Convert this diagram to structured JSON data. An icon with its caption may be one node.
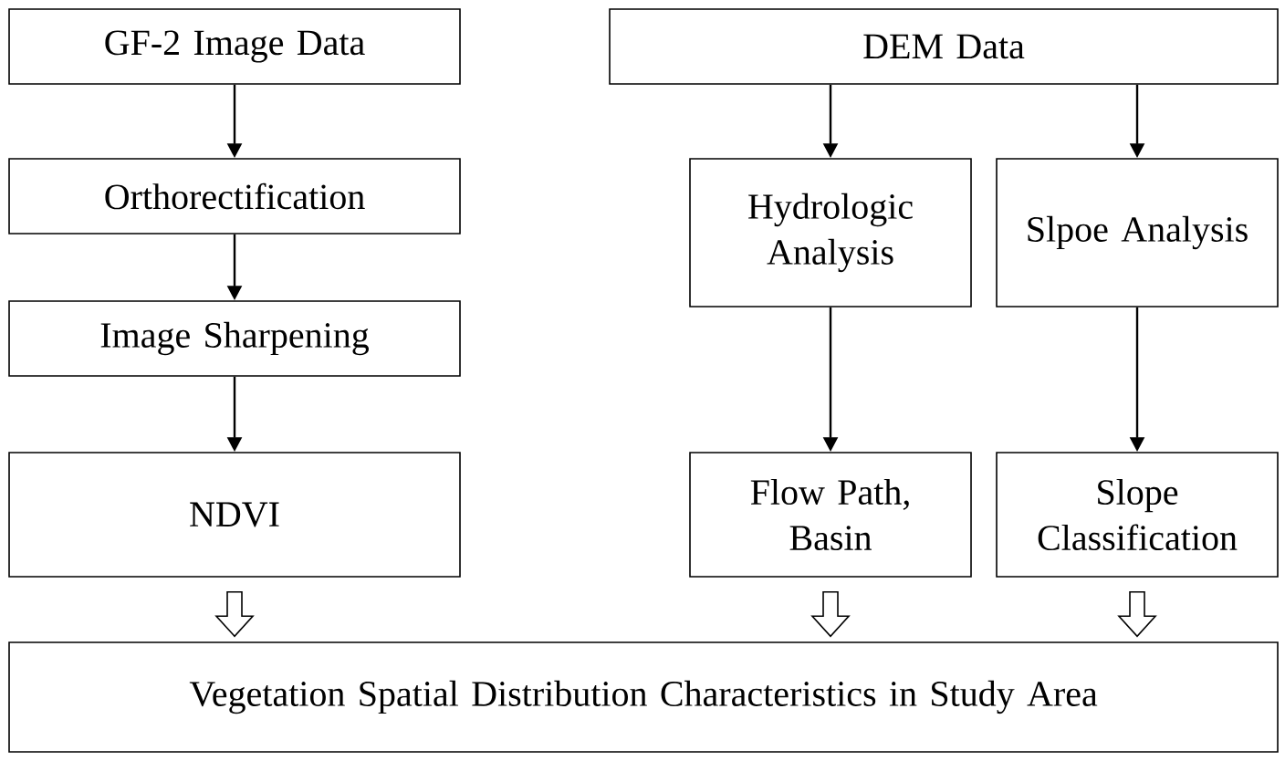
{
  "diagram": {
    "nodes": [
      {
        "text": [
          "GF-2 Image Data"
        ]
      },
      {
        "text": [
          "DEM Data"
        ]
      },
      {
        "text": [
          "Orthorectification"
        ]
      },
      {
        "text": [
          "Hydrologic Analysis"
        ]
      },
      {
        "text": [
          "Slpoe Analysis"
        ]
      },
      {
        "text": [
          "Image Sharpening"
        ]
      },
      {
        "text": [
          "Flow Path, Basin"
        ]
      },
      {
        "text": [
          "Slope Classification"
        ]
      },
      {
        "text": [
          "NDVI"
        ]
      },
      {
        "text": [
          "Vegetation Spatial Distribution Characteristics in Study Area"
        ]
      }
    ],
    "edges": [
      {
        "from": 0,
        "to": 2,
        "arrow": "to"
      },
      {
        "from": 2,
        "to": 5,
        "arrow": "to"
      },
      {
        "from": 5,
        "to": 8,
        "arrow": "to"
      },
      {
        "from": 1,
        "to": 3,
        "arrow": "to"
      },
      {
        "from": 1,
        "to": 4,
        "arrow": "to"
      },
      {
        "from": 3,
        "to": 6,
        "arrow": "to"
      },
      {
        "from": 4,
        "to": 7,
        "arrow": "to"
      },
      {
        "from": 8,
        "to": 9,
        "arrow": "to",
        "style": "thick"
      },
      {
        "from": 6,
        "to": 9,
        "arrow": "to",
        "style": "thick"
      },
      {
        "from": 7,
        "to": 9,
        "arrow": "to",
        "style": "thick"
      }
    ]
  }
}
